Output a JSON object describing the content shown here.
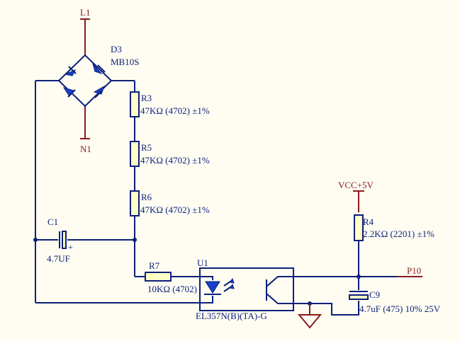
{
  "nets": {
    "l1": "L1",
    "n1": "N1",
    "vcc": "VCC+5V",
    "p10": "P10"
  },
  "components": {
    "d3": {
      "ref": "D3",
      "value": "MB10S"
    },
    "r3": {
      "ref": "R3",
      "value": "47KΩ (4702) ±1%"
    },
    "r5": {
      "ref": "R5",
      "value": "47KΩ (4702) ±1%"
    },
    "r6": {
      "ref": "R6",
      "value": "47KΩ (4702) ±1%"
    },
    "r4": {
      "ref": "R4",
      "value": "2.2KΩ (2201) ±1%"
    },
    "r7": {
      "ref": "R7",
      "value": "10KΩ (4702)"
    },
    "c1": {
      "ref": "C1",
      "value": "4.7UF"
    },
    "c9": {
      "ref": "C9",
      "value": "4.7uF (475) 10% 25V"
    },
    "u1": {
      "ref": "U1",
      "value": "EL357N(B)(TA)-G"
    }
  },
  "colors": {
    "background": "#fffdf2",
    "wire": "#0c1f7a",
    "pin": "#8a1a1a",
    "component_fill": "#ffffc6",
    "diode_fill": "#1640c8"
  }
}
